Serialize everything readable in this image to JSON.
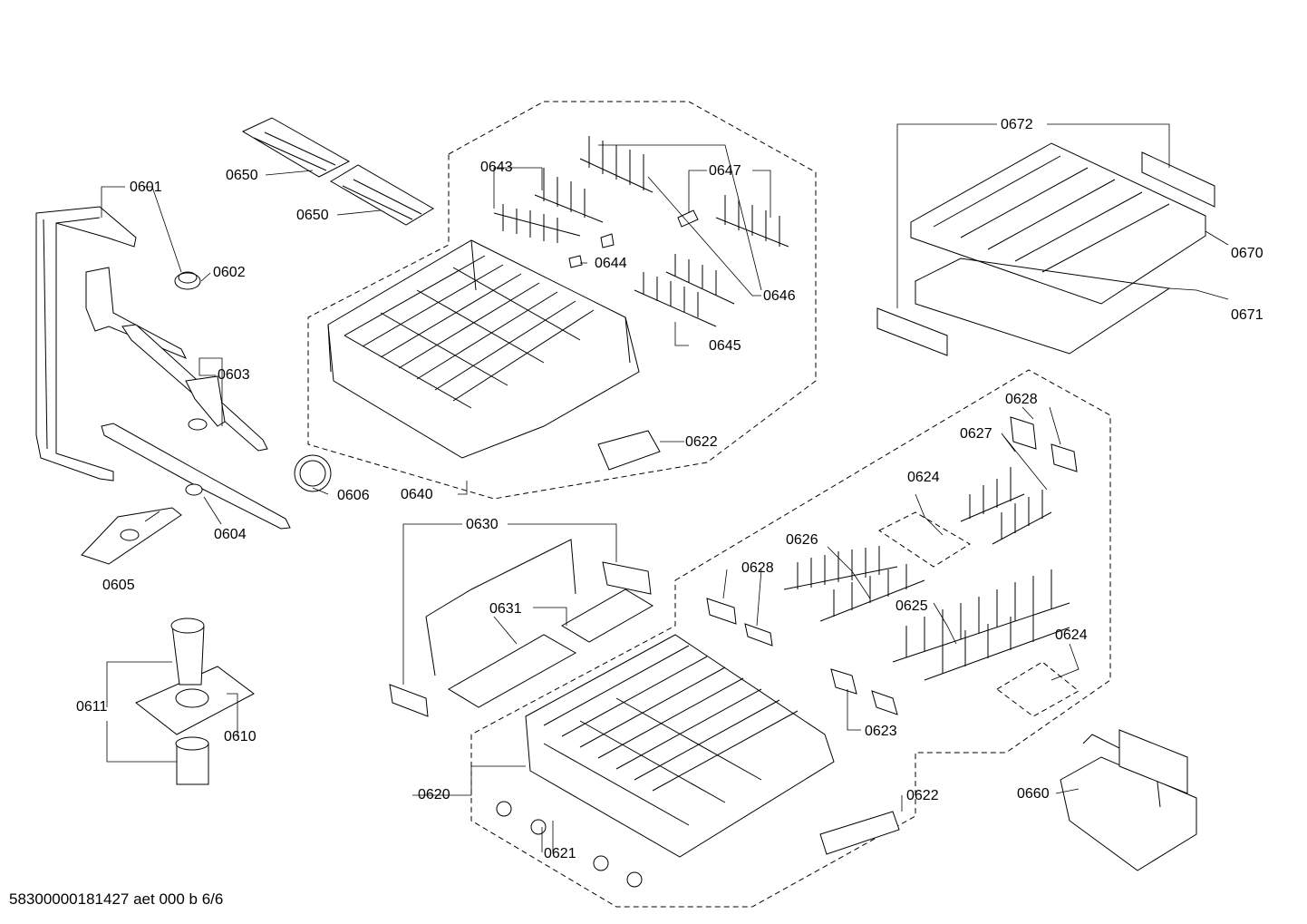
{
  "footer": {
    "document_id": "58300000181427 aet 000 b 6/6"
  },
  "callouts": [
    {
      "id": "0601",
      "label": "0601"
    },
    {
      "id": "0602",
      "label": "0602"
    },
    {
      "id": "0603",
      "label": "0603"
    },
    {
      "id": "0604",
      "label": "0604"
    },
    {
      "id": "0605",
      "label": "0605"
    },
    {
      "id": "0606",
      "label": "0606"
    },
    {
      "id": "0610",
      "label": "0610"
    },
    {
      "id": "0611",
      "label": "0611"
    },
    {
      "id": "0620",
      "label": "0620"
    },
    {
      "id": "0621",
      "label": "0621"
    },
    {
      "id": "0622a",
      "label": "0622"
    },
    {
      "id": "0622b",
      "label": "0622"
    },
    {
      "id": "0623",
      "label": "0623"
    },
    {
      "id": "0624a",
      "label": "0624"
    },
    {
      "id": "0624b",
      "label": "0624"
    },
    {
      "id": "0625",
      "label": "0625"
    },
    {
      "id": "0626",
      "label": "0626"
    },
    {
      "id": "0627",
      "label": "0627"
    },
    {
      "id": "0628a",
      "label": "0628"
    },
    {
      "id": "0628b",
      "label": "0628"
    },
    {
      "id": "0630",
      "label": "0630"
    },
    {
      "id": "0631",
      "label": "0631"
    },
    {
      "id": "0640",
      "label": "0640"
    },
    {
      "id": "0643",
      "label": "0643"
    },
    {
      "id": "0644",
      "label": "0644"
    },
    {
      "id": "0645",
      "label": "0645"
    },
    {
      "id": "0646",
      "label": "0646"
    },
    {
      "id": "0647",
      "label": "0647"
    },
    {
      "id": "0650a",
      "label": "0650"
    },
    {
      "id": "0650b",
      "label": "0650"
    },
    {
      "id": "0660",
      "label": "0660"
    },
    {
      "id": "0670",
      "label": "0670"
    },
    {
      "id": "0671",
      "label": "0671"
    },
    {
      "id": "0672",
      "label": "0672"
    }
  ]
}
